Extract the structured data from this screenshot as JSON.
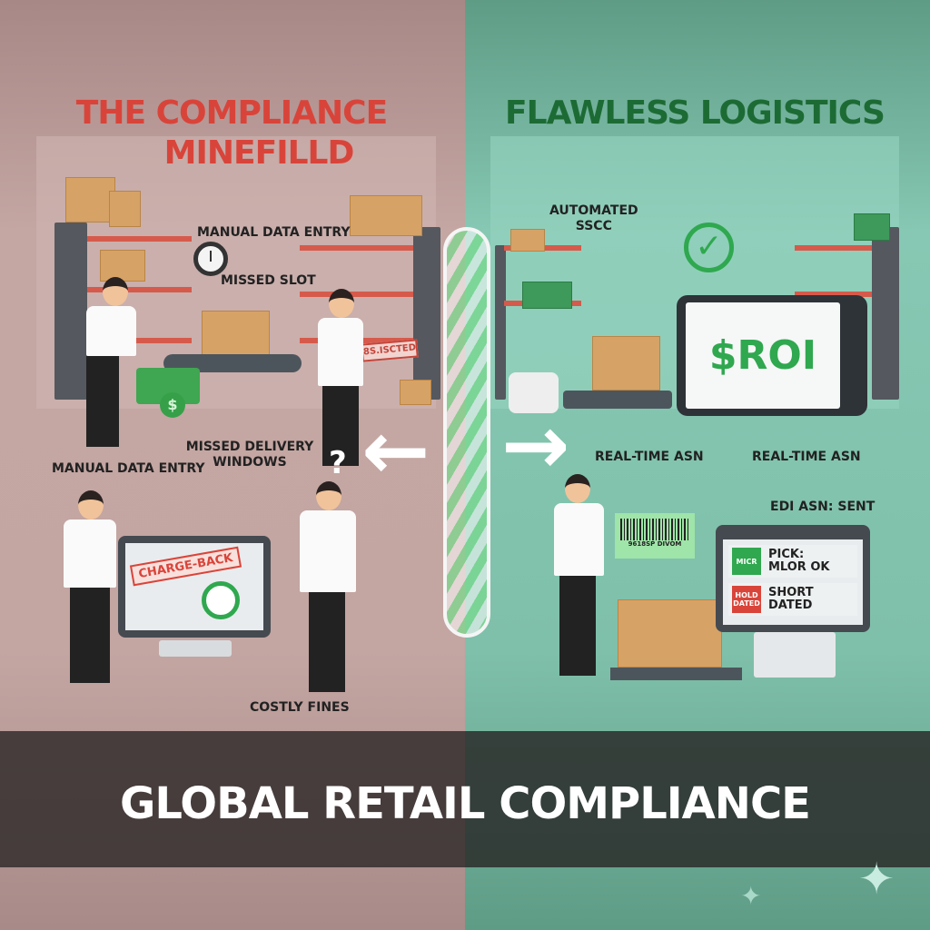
{
  "left_panel": {
    "title_line1": "THE COMPLIANCE",
    "title_line2": "MINEFILLD",
    "labels": {
      "manual_data_entry_top": "MANUAL DATA ENTRY",
      "missed_slot": "MISSED SLOT",
      "missed_delivery_line1": "MISSED DELIVERY",
      "missed_delivery_line2": "WINDOWS",
      "manual_data_entry_bottom": "MANUAL DATA ENTRY",
      "question_mark": "?",
      "costly_fines": "COSTLY FINES"
    },
    "stamps": {
      "rejected": "8S.ISCTED",
      "chargeback": "CHARGE-BACK"
    },
    "money_symbol": "$",
    "arrow_icon": "arrow-left"
  },
  "right_panel": {
    "title": "FLAWLESS LOGISTICS",
    "labels": {
      "automated_line1": "AUTOMATED",
      "automated_line2": "SSCC",
      "realtime_asn_1": "REAL-TIME ASN",
      "realtime_asn_2": "REAL-TIME ASN",
      "edi_asn": "EDI ASN: SENT"
    },
    "tablet_text": "$ROI",
    "barcode_text": "9618SP DIVOM",
    "monitor_rows": [
      {
        "tag": "MICR",
        "tag_color": "#2fa84f",
        "line1": "PICK:",
        "line2": "MLOR OK"
      },
      {
        "tag": "HOLD DATED",
        "tag_color": "#d9443a",
        "line1": "SHORT",
        "line2": "DATED"
      }
    ],
    "arrow_icon": "arrow-right"
  },
  "banner": {
    "text": "GLOBAL RETAIL COMPLIANCE"
  },
  "colors": {
    "left_bg": "#c3a5a2",
    "right_bg": "#7fc0aa",
    "red_title": "#d9443a",
    "green_title": "#1d6b34"
  }
}
